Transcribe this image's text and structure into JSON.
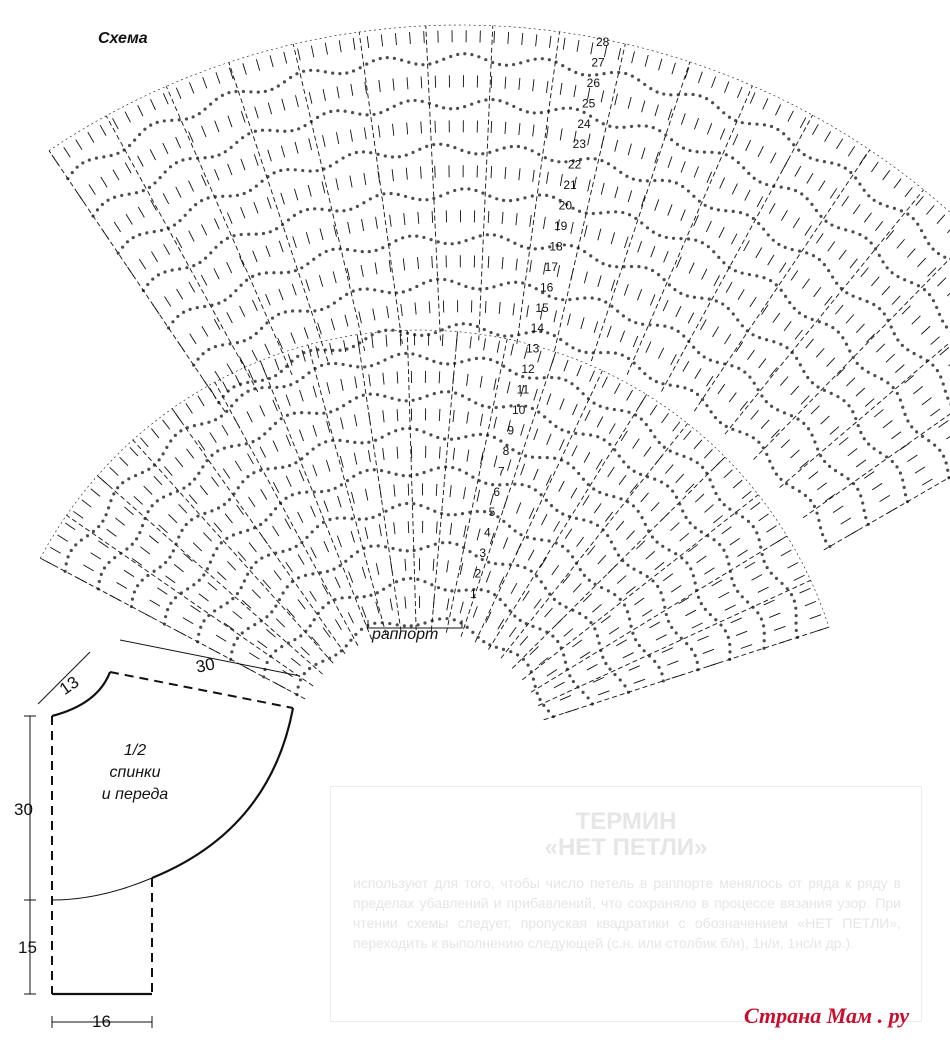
{
  "title": "Схема",
  "rapport_label": "раппорт",
  "round_numbers": [
    "1",
    "2",
    "3",
    "4",
    "5",
    "6",
    "7",
    "8",
    "9",
    "10",
    "11",
    "12",
    "13",
    "14",
    "15",
    "16",
    "17",
    "18",
    "19",
    "20",
    "21",
    "22",
    "23",
    "24",
    "25",
    "26",
    "27",
    "28"
  ],
  "pattern_label": [
    "1/2",
    "спинки",
    "и переда"
  ],
  "dimensions": {
    "neck": "13",
    "shoulder": "30",
    "side_upper": "30",
    "side_lower": "15",
    "bottom": "16"
  },
  "term_box": {
    "title_line1": "ТЕРМИН",
    "title_line2": "«НЕТ ПЕТЛИ»",
    "body": "используют для того, чтобы число петель в раппорте менялось от ряда к ряду в пределах убавлений и прибавлений, что сохраняло в процессе вязания узор. При чтении схемы следует, пропуская квадратики с обозначением «НЕТ ПЕТЛИ», переходить к выполнению следующей (с.н. или столбик б/н), 1н/и, 1нс/и др.)."
  },
  "watermark": "Страна Мам . ру",
  "colors": {
    "ink": "#111111",
    "faint": "#e6e6e6",
    "watermark": "#c8102e"
  }
}
